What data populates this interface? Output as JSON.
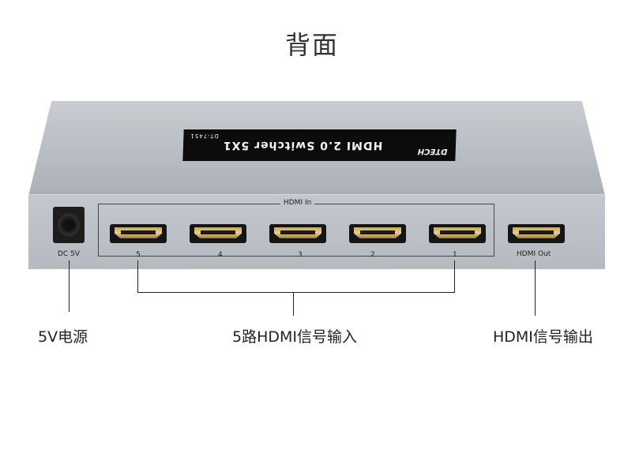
{
  "title": "背面",
  "device": {
    "model": "DT-7451",
    "name": "HDMI 2.0 Switcher 5X1",
    "brand": "DTECH",
    "dc_label": "DC 5V",
    "hdmi_in_label": "HDMI In",
    "hdmi_out_label": "HDMI Out",
    "port_numbers": [
      "5",
      "4",
      "3",
      "2",
      "1"
    ]
  },
  "callouts": {
    "power": "5V电源",
    "inputs": "5路HDMI信号输入",
    "output": "HDMI信号输出"
  }
}
